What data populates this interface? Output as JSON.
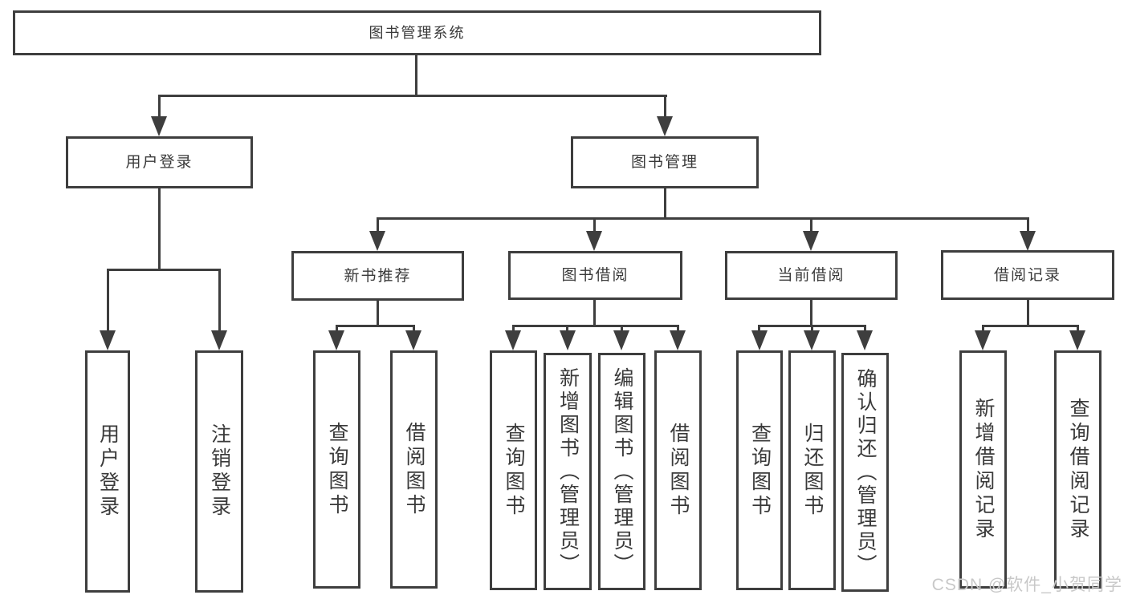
{
  "nodes": {
    "root": {
      "label": "图书管理系统"
    },
    "user_login": {
      "label": "用户登录"
    },
    "book_management": {
      "label": "图书管理"
    },
    "new_book_recommend": {
      "label": "新书推荐"
    },
    "book_borrowing": {
      "label": "图书借阅"
    },
    "current_borrowing": {
      "label": "当前借阅"
    },
    "borrowing_records": {
      "label": "借阅记录"
    },
    "login": {
      "label": "用户登录"
    },
    "logout": {
      "label": "注销登录"
    },
    "nb_query": {
      "label": "查询图书"
    },
    "nb_borrow": {
      "label": "借阅图书"
    },
    "bb_query": {
      "label": "查询图书"
    },
    "bb_add": {
      "label": "新增图书（管理员）"
    },
    "bb_edit": {
      "label": "编辑图书（管理员）"
    },
    "bb_borrow": {
      "label": "借阅图书"
    },
    "cb_query": {
      "label": "查询图书"
    },
    "cb_return": {
      "label": "归还图书"
    },
    "cb_confirm": {
      "label": "确认归还（管理员）"
    },
    "br_add": {
      "label": "新增借阅记录"
    },
    "br_query": {
      "label": "查询借阅记录"
    }
  },
  "watermark": {
    "text": "CSDN @软件_小贺同学"
  },
  "colors": {
    "line": "#3e3e3e",
    "text": "#3a3a3a",
    "watermark": "#c8c8c8",
    "background": "#ffffff"
  }
}
